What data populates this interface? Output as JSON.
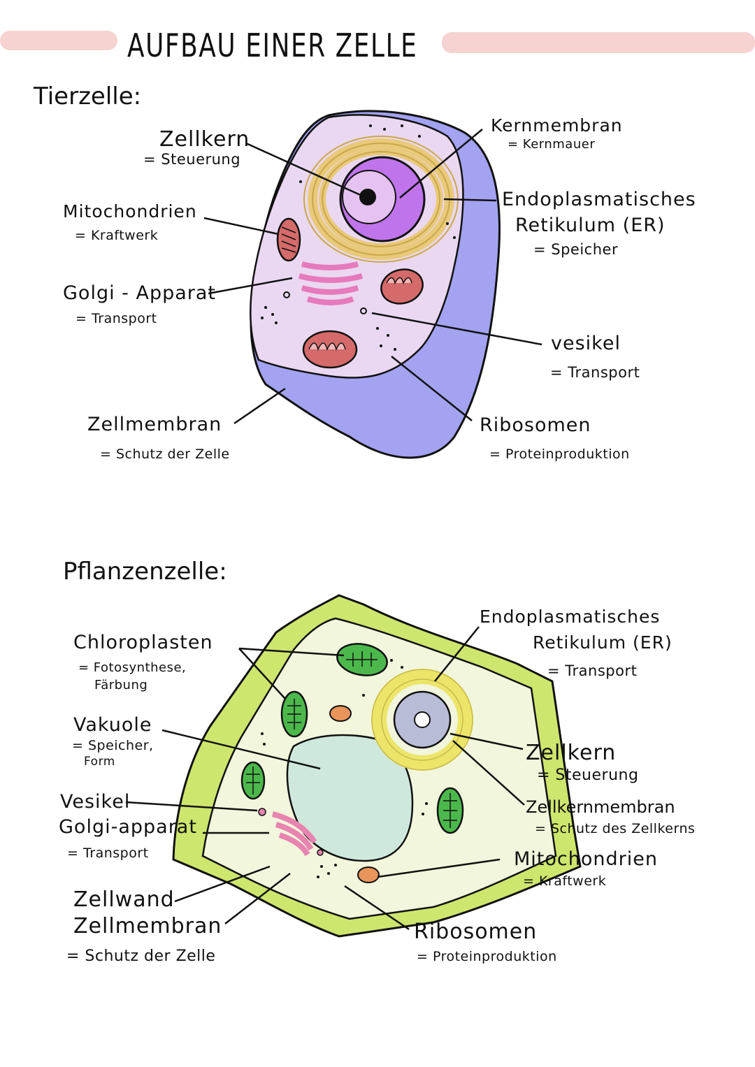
{
  "page": {
    "title": "AUFBAU EINER ZELLE",
    "highlight_color": "#f6d3d0"
  },
  "animal": {
    "heading": "Tierzelle:",
    "labels": {
      "zellkern": "Zellkern",
      "zellkern_desc": "= Steuerung",
      "mitochondrien": "Mitochondrien",
      "mitochondrien_desc": "= Kraftwerk",
      "golgi": "Golgi - Apparat",
      "golgi_desc": "= Transport",
      "zellmembran": "Zellmembran",
      "zellmembran_desc": "= Schutz der Zelle",
      "kernmembran": "Kernmembran",
      "kernmembran_desc": "= Kernmauer",
      "er_line1": "Endoplasmatisches",
      "er_line2": "Retikulum (ER)",
      "er_desc": "= Speicher",
      "vesikel": "vesikel",
      "vesikel_desc": "= Transport",
      "ribosomen": "Ribosomen",
      "ribosomen_desc": "= Proteinproduktion"
    },
    "colors": {
      "cytoplasm": "#ead8f2",
      "membrane": "#a3a3f2",
      "nucleus": "#c074ec",
      "nucleolus": "#e6c2f2",
      "er": "#e9c97a",
      "golgi": "#e67aba",
      "mitochondria": "#d46a6a"
    }
  },
  "plant": {
    "heading": "Pflanzenzelle:",
    "labels": {
      "chloroplasten": "Chloroplasten",
      "chloroplasten_desc1": "= Fotosynthese,",
      "chloroplasten_desc2": "Färbung",
      "vakuole": "Vakuole",
      "vakuole_desc1": "= Speicher,",
      "vakuole_desc2": "Form",
      "vesikel": "Vesikel",
      "golgi": "Golgi-apparat",
      "golgi_desc": "= Transport",
      "zellwand": "Zellwand",
      "zellmembran": "Zellmembran",
      "zell_desc": "= Schutz der Zelle",
      "er_line1": "Endoplasmatisches",
      "er_line2": "Retikulum (ER)",
      "er_desc": "= Transport",
      "zellkern": "Zellkern",
      "zellkern_desc": "= Steuerung",
      "zellkernmembran": "Zellkernmembran",
      "zellkernmembran_desc": "= Schutz des Zellkerns",
      "mitochondrien": "Mitochondrien",
      "mitochondrien_desc": "= Kraftwerk",
      "ribosomen": "Ribosomen",
      "ribosomen_desc": "= Proteinproduktion"
    },
    "colors": {
      "wall": "#cde66e",
      "cytoplasm": "#f1f6dc",
      "vacuole": "#cfe8dc",
      "chloroplast": "#4cb84c",
      "nucleus": "#b8bcd6",
      "er": "#ece56a",
      "golgi": "#e884b0",
      "mitochondria": "#e8945a"
    }
  }
}
